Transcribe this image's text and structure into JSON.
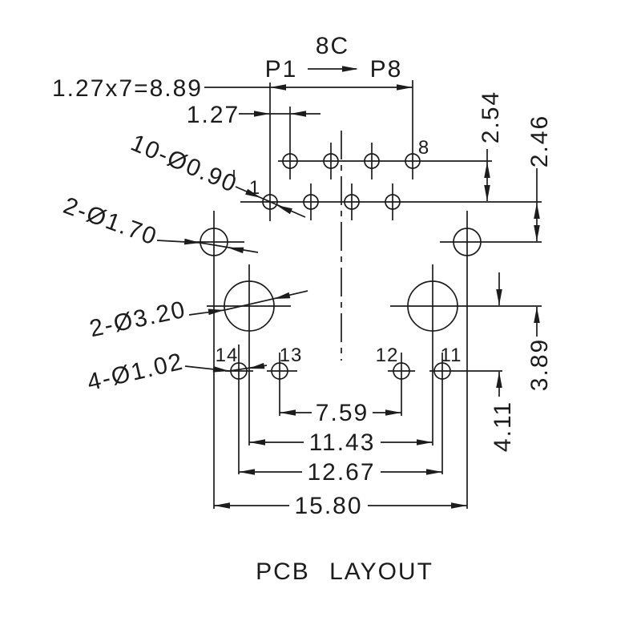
{
  "drawing": {
    "title": "PCB LAYOUT",
    "connector": {
      "circuit_count": "8C",
      "pin_start": "P1",
      "pin_end": "P8"
    },
    "callouts": {
      "contact_holes": "10-Ø0.90",
      "shield_holes": "2-Ø1.70",
      "boss_holes": "2-Ø3.20",
      "post_holes": "4-Ø1.02"
    },
    "dims": {
      "contact_span": "1.27x7=8.89",
      "contact_pitch": "1.27",
      "row_pitch": "2.54",
      "row_to_shield": "2.46",
      "shield_to_boss": "3.89",
      "boss_to_post": "4.11",
      "post_inner_span": "7.59",
      "boss_span": "11.43",
      "post_outer_span": "12.67",
      "shield_span": "15.80"
    },
    "pin_numbers": {
      "p1": "1",
      "p8": "8",
      "p11": "11",
      "p12": "12",
      "p13": "13",
      "p14": "14"
    },
    "colors": {
      "line": "#1c1c1c",
      "background": "#ffffff"
    }
  }
}
